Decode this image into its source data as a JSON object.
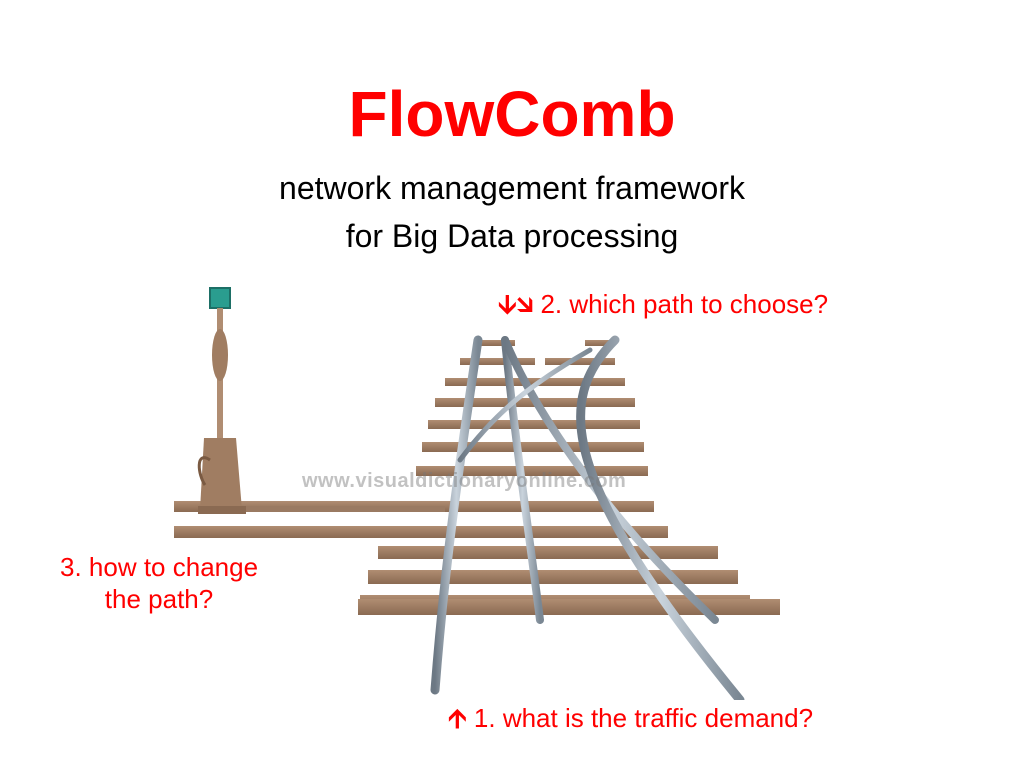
{
  "slide": {
    "title": "FlowComb",
    "subtitle_line1": "network management framework",
    "subtitle_line2": "for Big Data processing"
  },
  "labels": {
    "which_path": "2. which path to choose?",
    "which_path_arrows": "🡫🡮",
    "traffic_demand": "1. what is the traffic demand?",
    "traffic_arrow": "🡩",
    "change_path_line1": "3. how to change",
    "change_path_line2": "the path?"
  },
  "watermark": "www.visualdictionaryonline.com",
  "colors": {
    "accent": "#ff0000",
    "text": "#000000",
    "rail": "#8a96a3",
    "tie": "#a07d62",
    "signal": "#2a9d8f"
  }
}
